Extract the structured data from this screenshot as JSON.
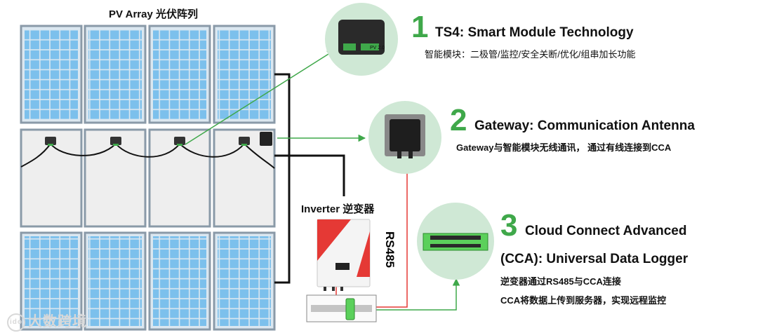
{
  "colors": {
    "accent": "#3fa84a",
    "circle": "#cfe8d5",
    "panel_blue": "#7cc0ec",
    "panel_frame": "#8a9aa8",
    "red_wire": "#e53935"
  },
  "array": {
    "title": "PV Array 光伏阵列"
  },
  "ts4": {
    "number": "1",
    "title": "TS4: Smart Module Technology",
    "desc": "智能模块：二极管/监控/安全关断/优化/组串加长功能",
    "device_label": "PV 2.0"
  },
  "gateway": {
    "number": "2",
    "title": "Gateway: Communication Antenna",
    "desc": "Gateway与智能模块无线通讯， 通过有线连接到CCA"
  },
  "cca": {
    "number": "3",
    "title_line1": "Cloud Connect Advanced",
    "title_line2": "(CCA): Universal Data Logger",
    "desc_line1": "逆变器通过RS485与CCA连接",
    "desc_line2": "CCA将数据上传到服务器，实现远程监控"
  },
  "inverter": {
    "title": "Inverter 逆变器",
    "rs485": "RS485"
  },
  "watermark": {
    "text": "大数跨境",
    "logo": "ido"
  }
}
